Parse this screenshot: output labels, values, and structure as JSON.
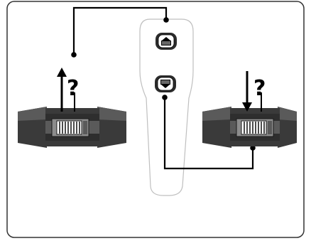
{
  "diagram": {
    "label_left": "?",
    "label_right": "?",
    "ports": [
      {
        "name": "top-rj45-port",
        "icon": "rj45-port-icon",
        "orientation": "up"
      },
      {
        "name": "bottom-rj45-port",
        "icon": "rj45-port-icon",
        "orientation": "down"
      }
    ],
    "connectors": [
      {
        "name": "left-cable-connector",
        "action": "pull-out"
      },
      {
        "name": "right-cable-connector",
        "action": "push-in"
      }
    ],
    "colors": {
      "line": "#000000",
      "border": "#333333",
      "housing_outline": "#bfbfbf",
      "connector_dark": "#3a3a3a",
      "connector_mid": "#5a5a5a",
      "connector_light": "#8c8c8c",
      "port_face": "#ffffff"
    }
  }
}
